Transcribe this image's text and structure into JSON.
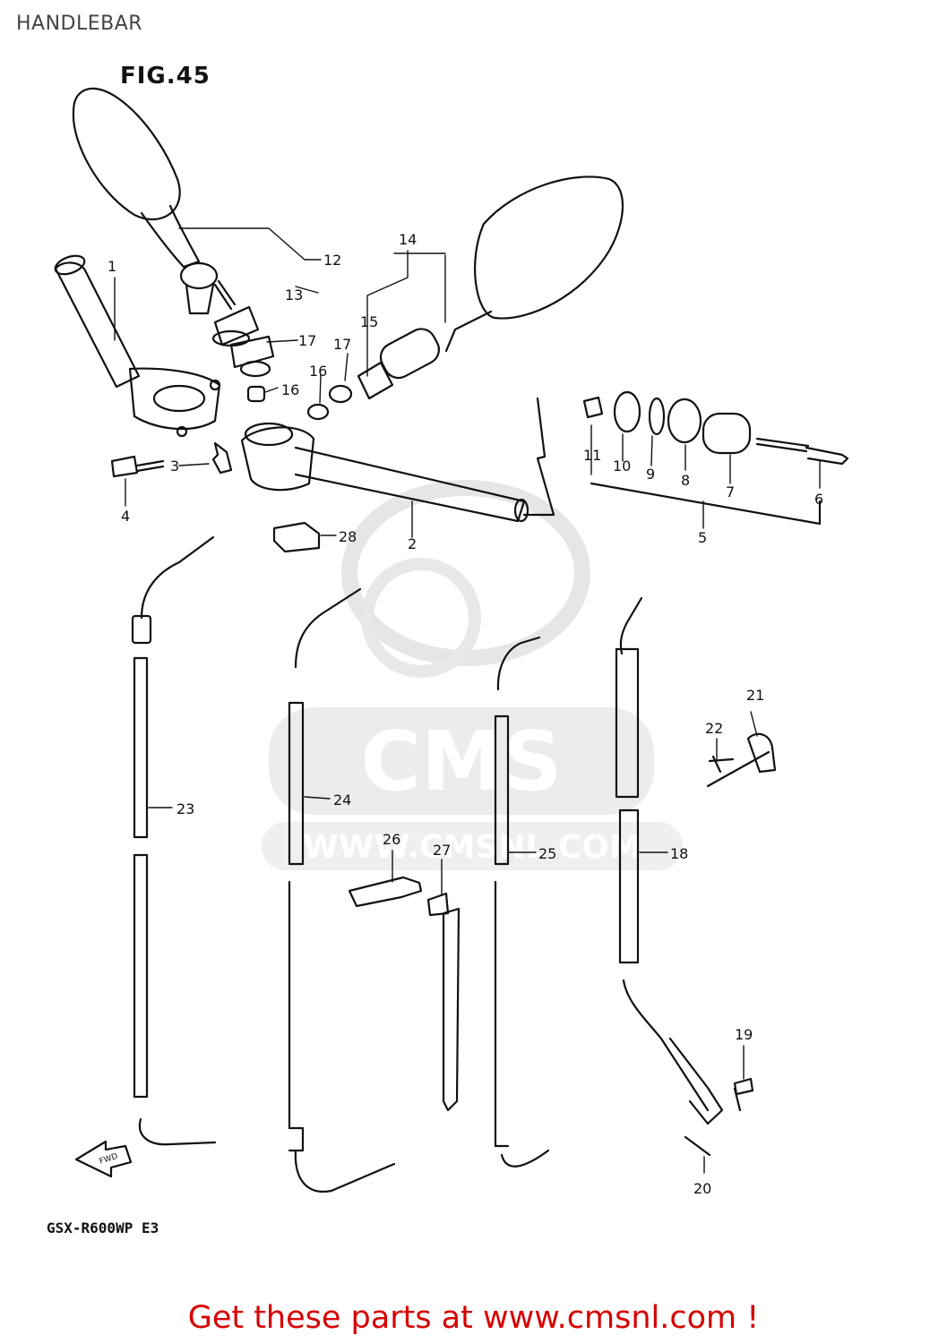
{
  "header": {
    "title": "HANDLEBAR"
  },
  "figure": {
    "label": "FIG.45",
    "model_code": "GSX-R600WP  E3",
    "direction_arrow": "FWD"
  },
  "watermark": {
    "brand": "CMS",
    "url": "WWW.CMSNL.COM",
    "color": "#cfcfcf"
  },
  "callouts": [
    "1",
    "2",
    "3",
    "4",
    "5",
    "6",
    "7",
    "8",
    "9",
    "10",
    "11",
    "12",
    "13",
    "14",
    "15",
    "16",
    "16",
    "17",
    "17",
    "18",
    "19",
    "20",
    "21",
    "22",
    "23",
    "24",
    "25",
    "26",
    "27",
    "28"
  ],
  "footer": {
    "cta_text": "Get these parts at www.cmsnl.com !",
    "cta_color": "#d60000"
  }
}
